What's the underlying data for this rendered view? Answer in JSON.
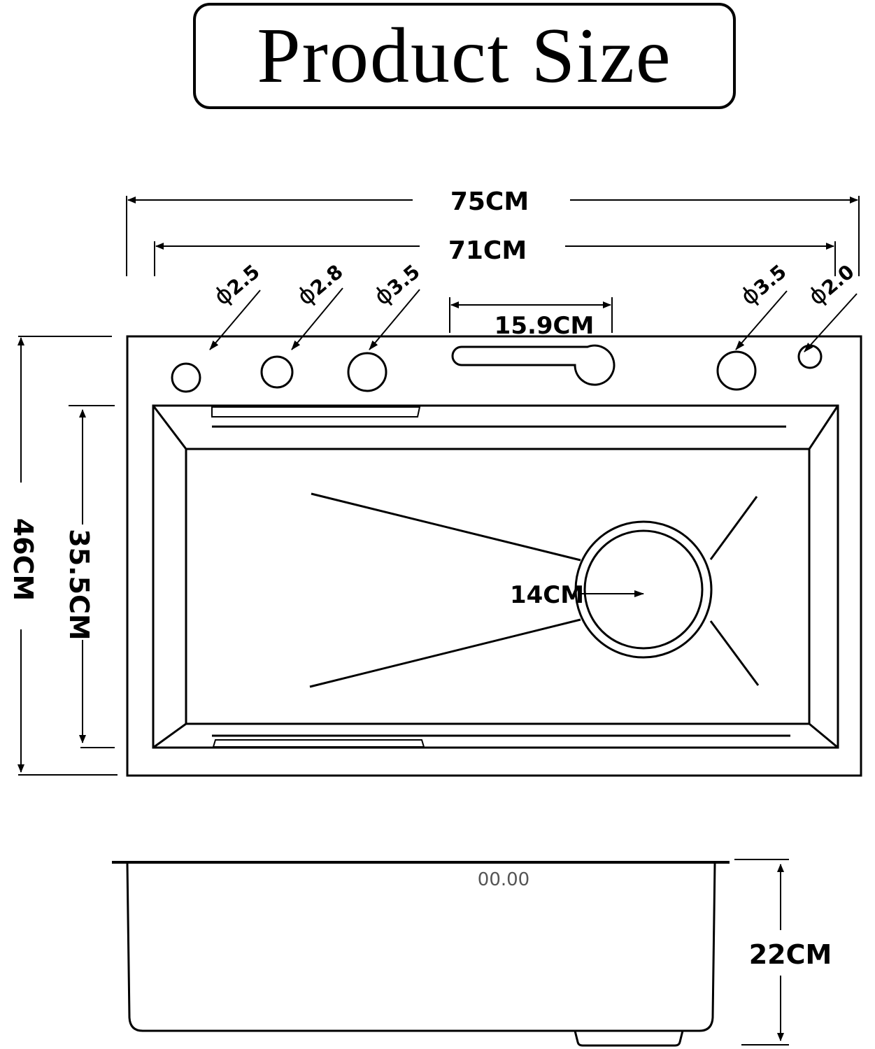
{
  "title": "Product Size",
  "dimensions": {
    "overall_width": "75CM",
    "inner_width": "71CM",
    "overall_depth": "46CM",
    "bowl_depth": "35.5CM",
    "slot_width": "15.9CM",
    "drain_diameter": "14CM",
    "height": "22CM"
  },
  "holes": [
    {
      "symbol": "ϕ",
      "size": "2.5"
    },
    {
      "symbol": "ϕ",
      "size": "2.8"
    },
    {
      "symbol": "ϕ",
      "size": "3.5"
    },
    {
      "symbol": "ϕ",
      "size": "3.5"
    },
    {
      "symbol": "ϕ",
      "size": "2.0"
    }
  ],
  "side_view_label": "00.00",
  "colors": {
    "line": "#000000",
    "background": "#ffffff"
  }
}
